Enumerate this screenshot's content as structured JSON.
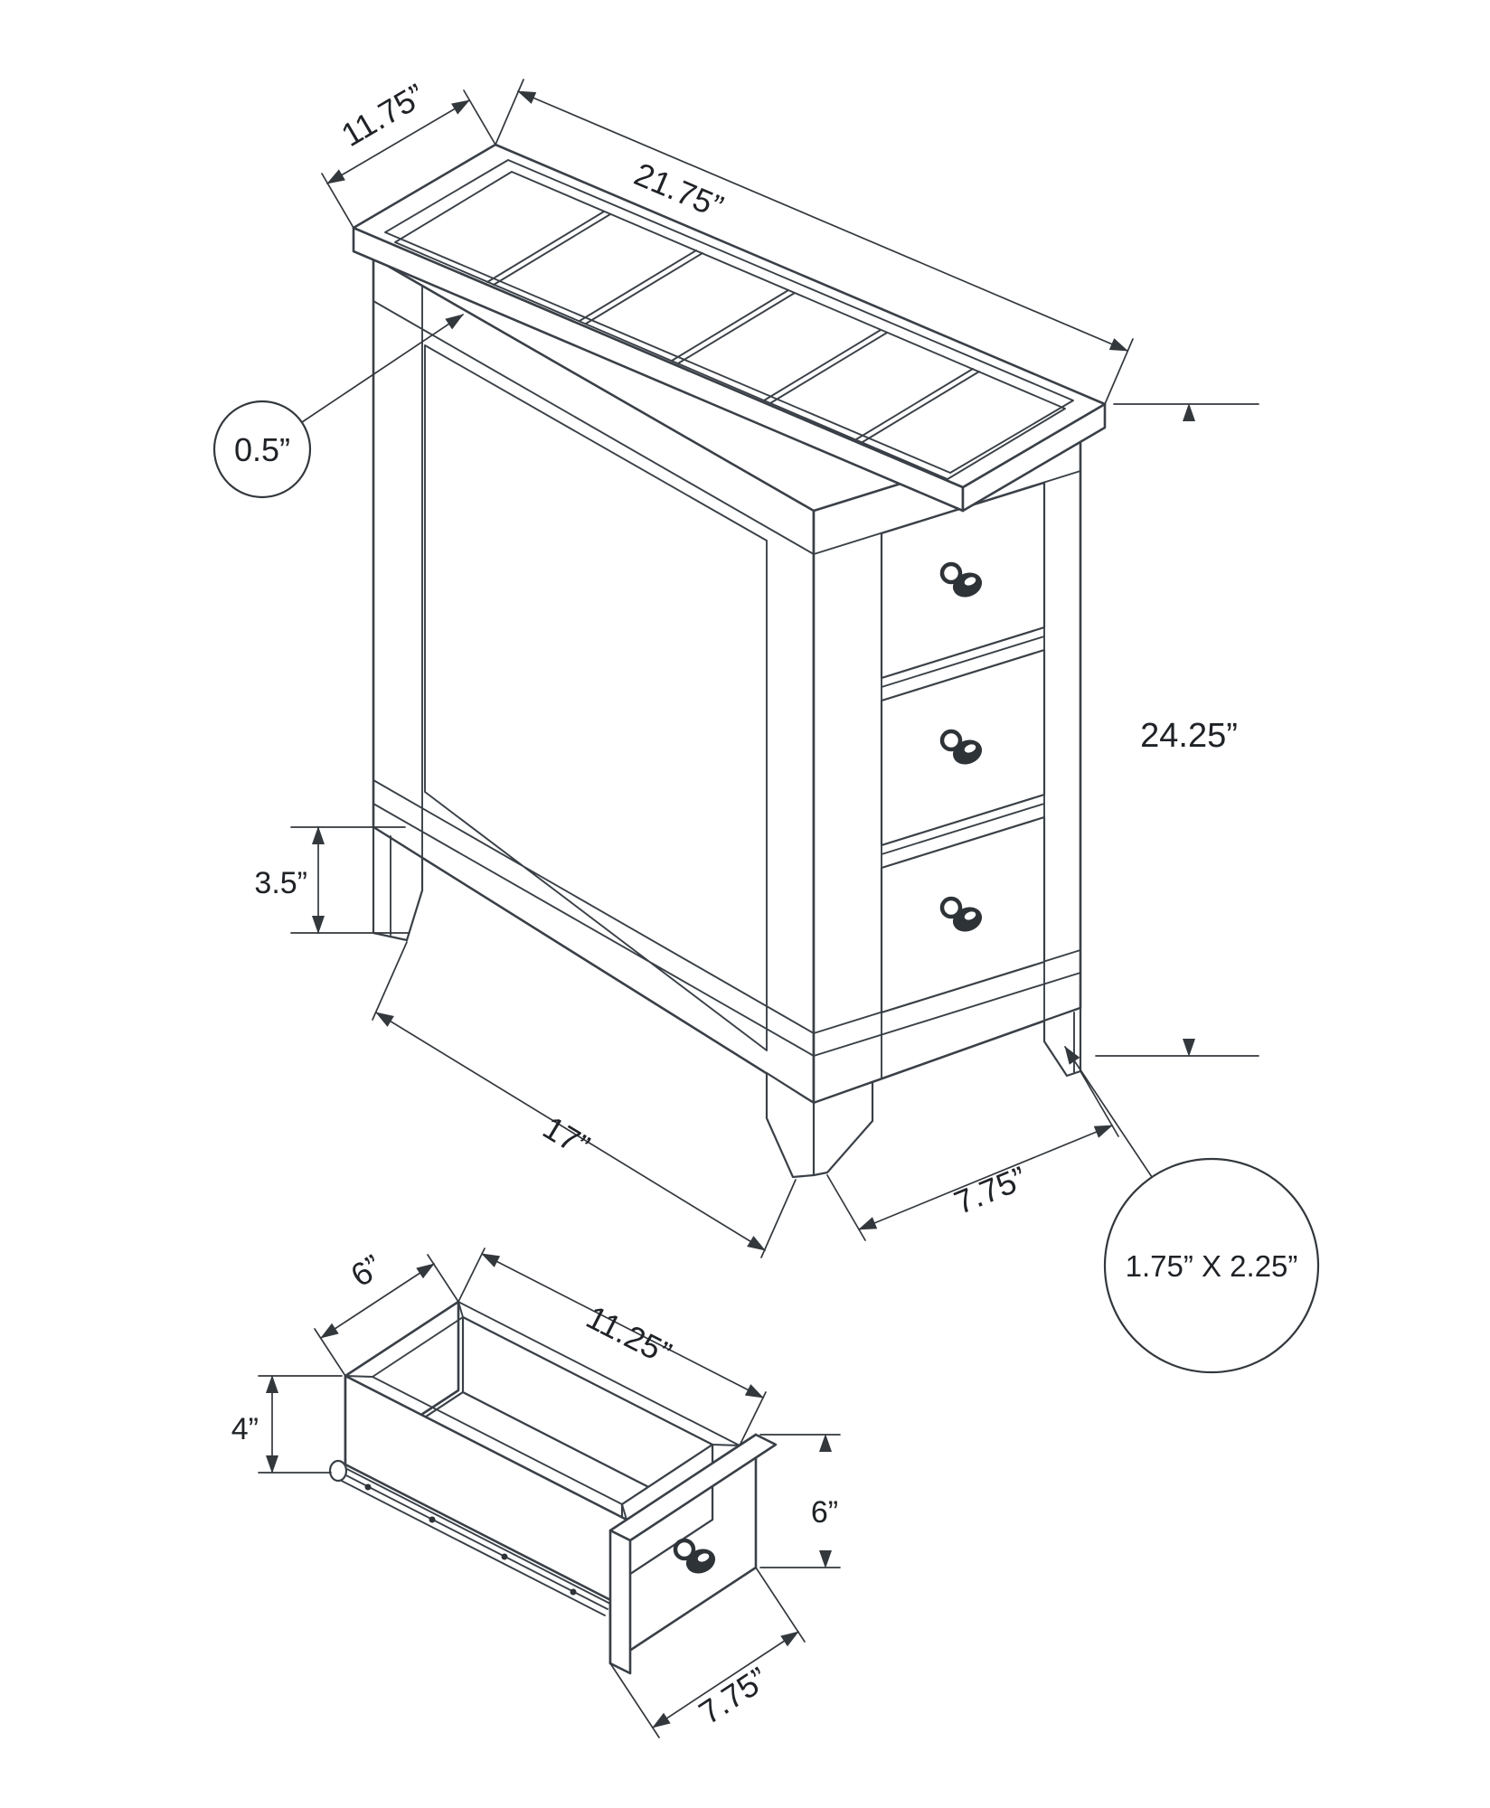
{
  "diagram": {
    "type": "furniture-dimension-drawing",
    "background": "#ffffff",
    "line_color": "#3a4047",
    "knob_color": "#2e3338",
    "text_color": "#1f2226",
    "views": [
      "side-table-isometric",
      "drawer-box-detail"
    ]
  },
  "table": {
    "depth": "11.75”",
    "length": "21.75”",
    "lip_thickness": "0.5”",
    "height": "24.25”",
    "leg_height": "3.5”",
    "apron_length": "17”",
    "end_width": "7.75”",
    "leg_cross_section": "1.75” X 2.25”"
  },
  "drawer": {
    "inner_depth": "6”",
    "inner_length": "11.25”",
    "box_height": "4”",
    "front_height": "6”",
    "front_width": "7.75”"
  }
}
